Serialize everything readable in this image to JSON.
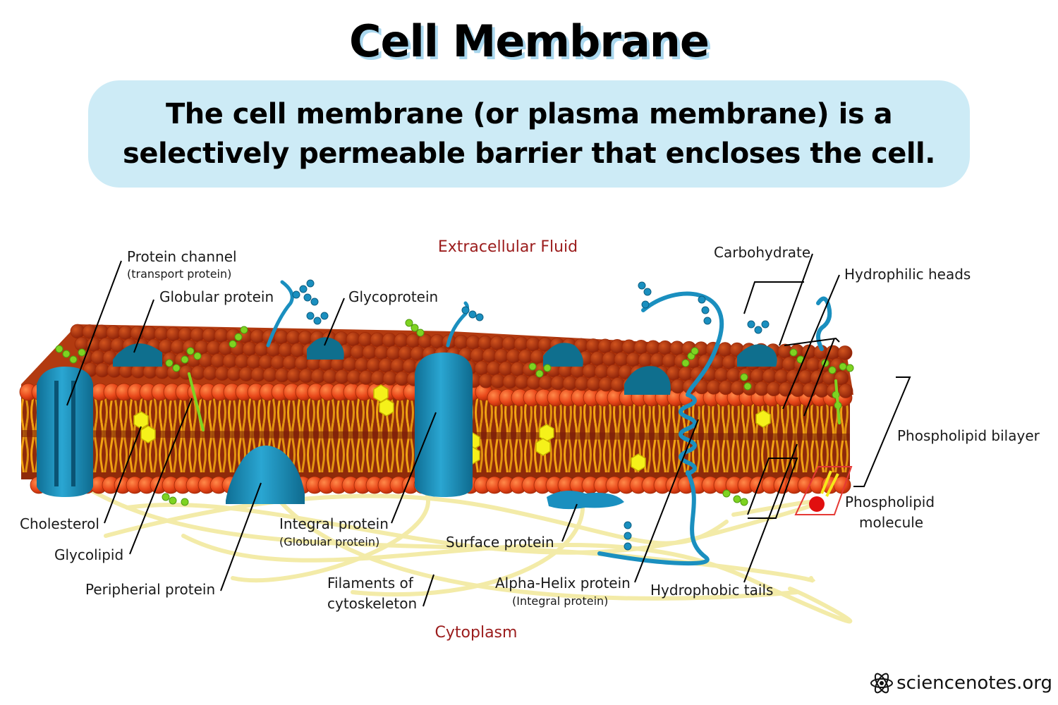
{
  "title": "Cell Membrane",
  "subtitle": "The cell membrane (or plasma membrane) is a selectively permeable barrier that encloses the cell.",
  "regions": {
    "extracellular": "Extracellular Fluid",
    "cytoplasm": "Cytoplasm"
  },
  "labels": {
    "protein_channel": "Protein channel",
    "protein_channel_sub": "(transport protein)",
    "globular_protein": "Globular protein",
    "glycoprotein": "Glycoprotein",
    "carbohydrate": "Carbohydrate",
    "hydrophilic_heads": "Hydrophilic heads",
    "phospholipid_bilayer": "Phospholipid bilayer",
    "phospholipid_molecule_1": "Phospholipid",
    "phospholipid_molecule_2": "molecule",
    "cholesterol": "Cholesterol",
    "glycolipid": "Glycolipid",
    "peripheral_protein": "Peripherial protein",
    "integral_protein": "Integral protein",
    "integral_protein_sub": "(Globular protein)",
    "surface_protein": "Surface protein",
    "filaments_1": "Filaments of",
    "filaments_2": "cytoskeleton",
    "alpha_helix": "Alpha-Helix protein",
    "alpha_helix_sub": "(Integral protein)",
    "hydrophobic_tails": "Hydrophobic tails"
  },
  "footer": {
    "brand": "sciencenotes.org",
    "icon": "atom-icon"
  },
  "colors": {
    "title_shadow": "#a9d7ee",
    "subtitle_bg": "#cdebf6",
    "region_text": "#9b1c1c",
    "head": "#e8471a",
    "tail": "#f2a313",
    "protein": "#1a8fbf",
    "cholesterol": "#f5f11a",
    "glyco_chain": "#7ed321"
  }
}
